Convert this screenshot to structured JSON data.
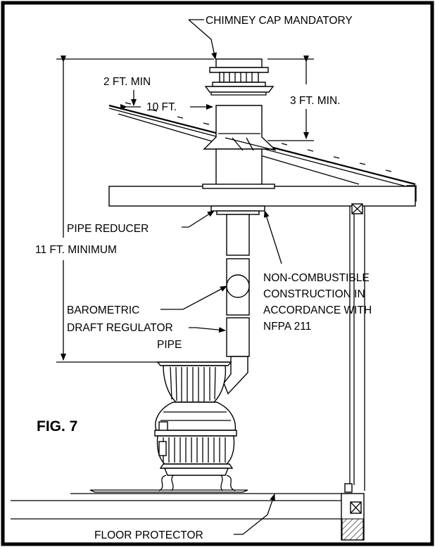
{
  "figure": {
    "title": "FIG. 7",
    "labels": {
      "chimney_cap": "CHIMNEY CAP MANDATORY",
      "two_ft_min": "2 FT. MIN",
      "ten_ft": "10 FT.",
      "three_ft_min": "3 FT. MIN.",
      "pipe_reducer": "PIPE  REDUCER",
      "eleven_ft_min": "11 FT. MINIMUM",
      "noncomb_line1": "NON-COMBUSTIBLE",
      "noncomb_line2": "CONSTRUCTION IN",
      "noncomb_line3": "ACCORDANCE WITH",
      "noncomb_line4": "NFPA 211",
      "barometric_line1": "BAROMETRIC",
      "barometric_line2": "DRAFT REGULATOR",
      "pipe": "PIPE",
      "floor_protector": "FLOOR PROTECTOR"
    }
  }
}
